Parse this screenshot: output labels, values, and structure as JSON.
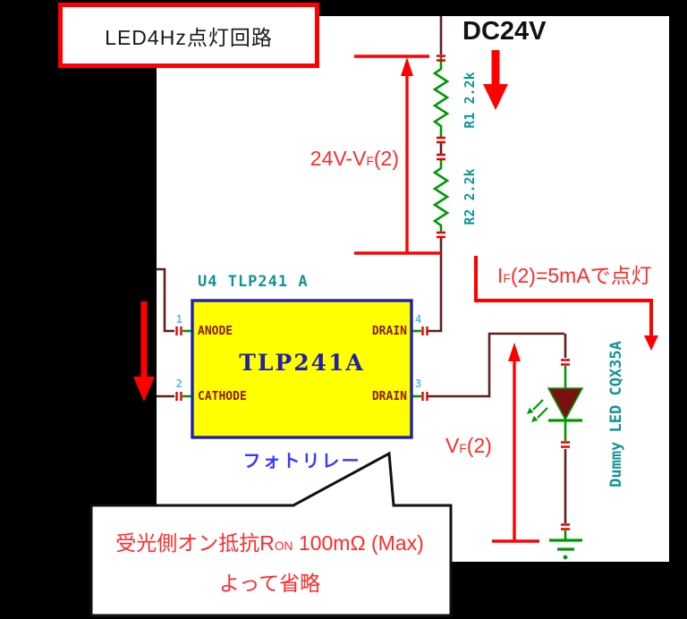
{
  "title": "LED4Hz点灯回路",
  "supply": {
    "label": "DC24V"
  },
  "dimension_label": {
    "main": "24V-V",
    "sub": "F",
    "tail": "(2)"
  },
  "resistor1": {
    "label": "R1 2.2k"
  },
  "resistor2": {
    "label": "R2 2.2k"
  },
  "if_annotation": {
    "main": "I",
    "sub": "F",
    "tail": "(2)=5mAで点灯"
  },
  "vf_annotation": {
    "main": "V",
    "sub": "F",
    "tail": "(2)"
  },
  "relay": {
    "refdes": "U4 TLP241 A",
    "part_name": "TLP241A",
    "caption": "フォトリレー",
    "pins": {
      "p1": {
        "num": "1",
        "label": "ANODE"
      },
      "p2": {
        "num": "2",
        "label": "CATHODE"
      },
      "p3": {
        "num": "3",
        "label": "DRAIN"
      },
      "p4": {
        "num": "4",
        "label": "DRAIN"
      }
    }
  },
  "dummy_led": {
    "label": "Dummy LED CQX35A"
  },
  "callout": {
    "line1_main": "受光側オン抵抗R",
    "line1_sub": "ON",
    "line1_tail": " 100mΩ (Max)",
    "line2": "よって省略"
  },
  "colors": {
    "annotation_red": "#FF1A1A",
    "wire_maroon": "#5E2020",
    "component_green": "#009900",
    "label_teal": "#129494",
    "pin_number_cyan": "#4FC0E8",
    "pin_label_dark_red": "#8B1A00",
    "relay_fill_yellow": "#FFFF00",
    "relay_border_navy": "#2121A8",
    "caption_blue": "#3A3AFF",
    "led_body": "#7A1111",
    "background": "#000000",
    "schematic_background": "#FFFFFF"
  }
}
